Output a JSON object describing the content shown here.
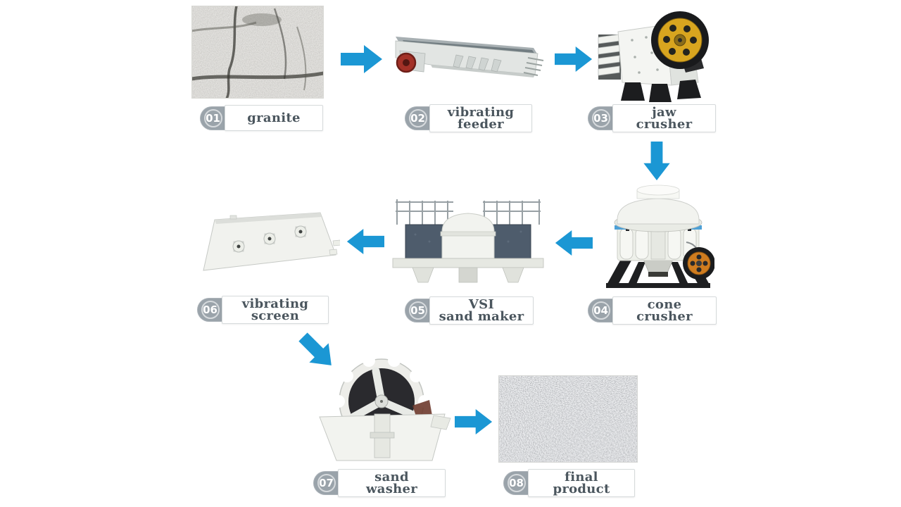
{
  "colors": {
    "arrow": "#1b97d4",
    "badge": "#9aa3aa",
    "label_text": "#4b565e",
    "label_border": "#d6dadb",
    "background": "#ffffff"
  },
  "steps": [
    {
      "num": "01",
      "line1": "granite",
      "line2": "",
      "image": "granite-photo"
    },
    {
      "num": "02",
      "line1": "vibrating",
      "line2": "feeder",
      "image": "vibrating-feeder-illustration"
    },
    {
      "num": "03",
      "line1": "jaw",
      "line2": "crusher",
      "image": "jaw-crusher-illustration"
    },
    {
      "num": "04",
      "line1": "cone",
      "line2": "crusher",
      "image": "cone-crusher-illustration"
    },
    {
      "num": "05",
      "line1": "VSI",
      "line2": "sand maker",
      "image": "vsi-sand-maker-illustration"
    },
    {
      "num": "06",
      "line1": "vibrating",
      "line2": "screen",
      "image": "vibrating-screen-illustration"
    },
    {
      "num": "07",
      "line1": "sand",
      "line2": "washer",
      "image": "sand-washer-illustration"
    },
    {
      "num": "08",
      "line1": "final",
      "line2": "product",
      "image": "final-product-photo"
    }
  ],
  "arrows": [
    {
      "direction": "right"
    },
    {
      "direction": "right"
    },
    {
      "direction": "down"
    },
    {
      "direction": "left"
    },
    {
      "direction": "left"
    },
    {
      "direction": "down-right"
    },
    {
      "direction": "right"
    }
  ]
}
